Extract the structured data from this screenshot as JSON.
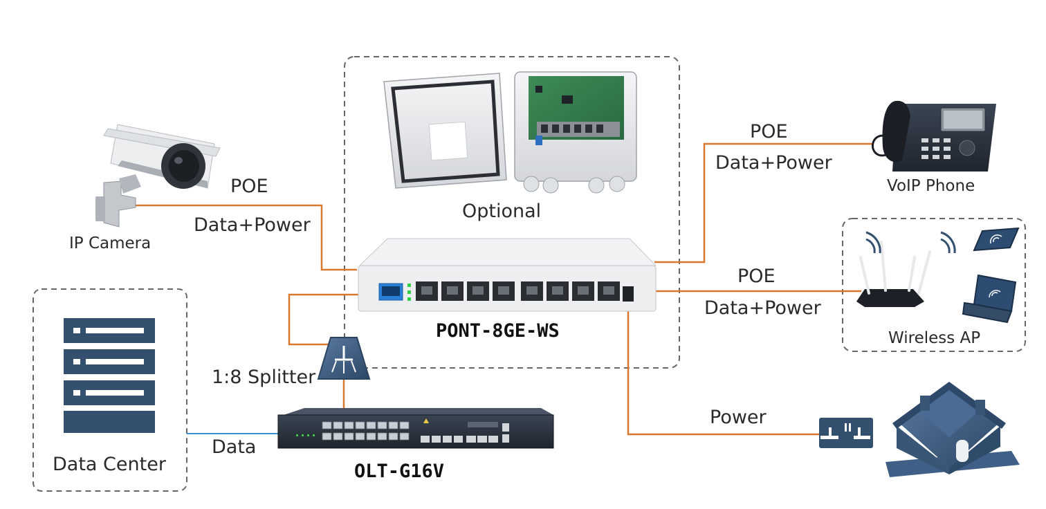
{
  "colors": {
    "poe_line": "#d9772e",
    "data_line": "#3a8fd0",
    "device_blue": "#33506f",
    "device_blue_light": "#4e6f96",
    "dashed_border": "#666666",
    "text": "#2a2a2a"
  },
  "labels": {
    "ip_camera": "IP Camera",
    "data_center": "Data Center",
    "optional": "Optional",
    "pont_model": "PONT-8GE-WS",
    "olt_model": "OLT-G16V",
    "splitter": "1:8 Splitter",
    "voip_phone": "VoIP Phone",
    "wireless_ap": "Wireless AP",
    "poe_camera": "POE",
    "dp_camera": "Data+Power",
    "poe_phone": "POE",
    "dp_phone": "Data+Power",
    "poe_ap": "POE",
    "dp_ap": "Data+Power",
    "power": "Power",
    "data": "Data"
  },
  "icons": {
    "camera": "ip-camera-icon",
    "phone": "voip-phone-icon",
    "router": "wireless-router-icon",
    "tablet": "tablet-icon",
    "laptop": "laptop-icon",
    "server": "server-rack-icon",
    "splitter": "optical-splitter-icon",
    "outlet": "power-outlet-icon",
    "house": "house-icon",
    "enclosure": "outdoor-enclosure-icon",
    "pont": "pont-switch-icon",
    "olt": "olt-device-icon"
  }
}
